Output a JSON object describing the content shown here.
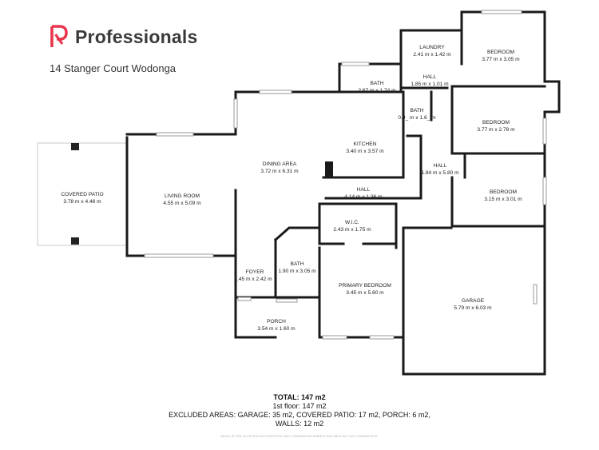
{
  "brand": {
    "name": "Professionals",
    "logo_icon": "professionals-p-logo",
    "color": "#e8374d"
  },
  "address": "14 Stanger Court  Wodonga",
  "rooms": [
    {
      "id": "laundry",
      "name": "LAUNDRY",
      "dims": "2.41 m x 1.42 m"
    },
    {
      "id": "bedroom-1",
      "name": "BEDROOM",
      "dims": "3.77 m x 3.05 m"
    },
    {
      "id": "hall-1",
      "name": "HALL",
      "dims": "1.85 m x 1.01 m"
    },
    {
      "id": "bath-1",
      "name": "BATH",
      "dims": "2.67 m x 1.74 m"
    },
    {
      "id": "bath-2",
      "name": "BATH",
      "dims": "0.9_ m x 1.6_ m"
    },
    {
      "id": "bedroom-2",
      "name": "BEDROOM",
      "dims": "3.77 m x 2.78 m"
    },
    {
      "id": "kitchen",
      "name": "KITCHEN",
      "dims": "3.40 m x 3.57 m"
    },
    {
      "id": "dining",
      "name": "DINING AREA",
      "dims": "3.72 m x 6.31 m"
    },
    {
      "id": "hall-2",
      "name": "HALL",
      "dims": "1.84 m x 5.80 m"
    },
    {
      "id": "bedroom-3",
      "name": "BEDROOM",
      "dims": "3.15 m x 3.01 m"
    },
    {
      "id": "covered-patio",
      "name": "COVERED PATIO",
      "dims": "3.78 m x 4.46 m"
    },
    {
      "id": "living",
      "name": "LIVING ROOM",
      "dims": "4.55 m x 5.09 m"
    },
    {
      "id": "hall-3",
      "name": "HALL",
      "dims": "4.14 m x 1.36 m"
    },
    {
      "id": "wic",
      "name": "W.I.C.",
      "dims": "2.43 m x 1.75 m"
    },
    {
      "id": "bath-3",
      "name": "BATH",
      "dims": "1.90 m x 3.05 m"
    },
    {
      "id": "foyer",
      "name": "FOYER",
      "dims": "_.45 m x 2.42 m"
    },
    {
      "id": "primary-bedroom",
      "name": "PRIMARY BEDROOM",
      "dims": "3.45 m x 5.60 m"
    },
    {
      "id": "garage",
      "name": "GARAGE",
      "dims": "5.79 m x 6.03 m"
    },
    {
      "id": "porch",
      "name": "PORCH",
      "dims": "3.54 m x 1.60 m"
    }
  ],
  "summary": {
    "total": "TOTAL: 147 m2",
    "floor": "1st floor: 147 m2",
    "excluded": "EXCLUDED AREAS: GARAGE: 35 m2, COVERED PATIO: 17 m2, PORCH: 6 m2,",
    "walls": "WALLS: 12 m2"
  },
  "disclaimer": "IMAGE IS FOR ILLUSTRATION PURPOSES ONLY. DIMENSIONS DEEMED RELIABLE BUT NOT GUARANTEED."
}
